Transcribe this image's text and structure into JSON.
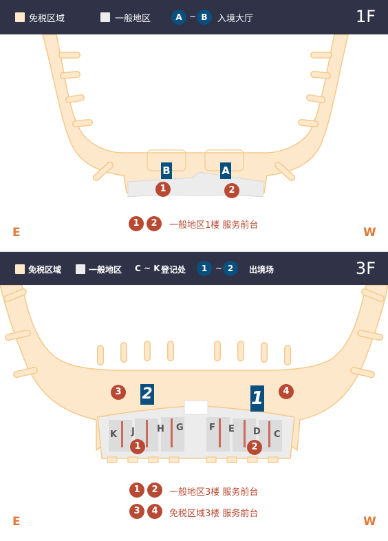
{
  "floor1": {
    "legend": {
      "duty_free": "免税区域",
      "general": "一般地区",
      "gate_from": "A",
      "tilde": "~",
      "gate_to": "B",
      "gate_label": "入境大厅"
    },
    "floor_label": "1F",
    "gates": [
      "B",
      "A"
    ],
    "service_points": [
      "1",
      "2"
    ],
    "service_legend": {
      "markers": [
        "1",
        "2"
      ],
      "text": "一般地区1楼 服务前台"
    },
    "compass": {
      "east": "E",
      "west": "W"
    }
  },
  "floor3": {
    "legend": {
      "duty_free": "免税区域",
      "general": "一般地区",
      "counters_range": "C ~ K",
      "counters_label": "登记处",
      "gate_from": "1",
      "tilde": "~",
      "gate_to": "2",
      "gate_label": "出境场"
    },
    "floor_label": "3F",
    "gates": [
      "2",
      "1"
    ],
    "service_points": [
      "3",
      "4",
      "1",
      "2"
    ],
    "counters": [
      "K",
      "J",
      "H",
      "G",
      "F",
      "E",
      "D",
      "C"
    ],
    "service_legend": [
      {
        "markers": [
          "1",
          "2"
        ],
        "text": "一般地区3楼 服务前台"
      },
      {
        "markers": [
          "3",
          "4"
        ],
        "text": "免税区域3楼 服务前台"
      }
    ],
    "compass": {
      "east": "E",
      "west": "W"
    }
  },
  "colors": {
    "header": "#303348",
    "duty_free": "#fde8cc",
    "duty_free_outline": "#f5c98a",
    "general": "#ececec",
    "gate_blue": "#0a4f7e",
    "service_red": "#b84a34",
    "compass": "#e07a3a"
  }
}
